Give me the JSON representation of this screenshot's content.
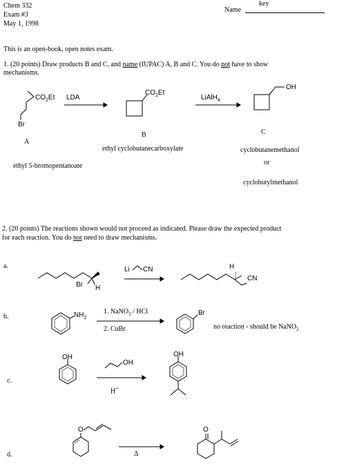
{
  "header": {
    "course": "Chem 332",
    "exam": "Exam #3",
    "date": "May 1, 1998",
    "name_label": "Name",
    "name_value": "key"
  },
  "intro": "This is an open-book, open notes exam.",
  "q1": {
    "line1_a": "1.  (20 points) Draw products B and C, and ",
    "line1_name": "name",
    "line1_b": "  (IUPAC) A, B and C. You do ",
    "line1_not": "not",
    "line1_c": " have to show",
    "line2": "mechanisms.",
    "reagent1": "LDA",
    "reagent2": "LiAlH",
    "reagent2_sub": "4",
    "label_a": "A",
    "label_b": "B",
    "label_c": "C",
    "name_a": "ethyl  5-bromopentanoate",
    "name_b": "ethyl  cyclobutanecarboxylate",
    "name_c1": "cyclobutanemethanol",
    "name_c_or": "or",
    "name_c2": "cyclobutylmethanol",
    "atom_co2et": "CO",
    "atom_co2et_sub": "2",
    "atom_co2et_tail": "Et",
    "atom_br": "Br",
    "atom_oh": "OH"
  },
  "q2": {
    "line1": "2.  (20 points)  The reactions shown would not proceed as indicated.  Please draw the expected product",
    "line2_a": "for each reaction. You do ",
    "line2_not": "not",
    "line2_b": " need to draw mechanisms.",
    "a": {
      "label": "a.",
      "reagent": "Li",
      "reagent_cn": "CN",
      "atom_br": "Br",
      "atom_h": "H",
      "product_h": "H",
      "product_cn": "CN"
    },
    "b": {
      "label": "b.",
      "atom_nh2": "NH",
      "atom_nh2_sub": "2",
      "reagent1": "1. NaNO",
      "reagent1_sub": "3",
      "reagent1_tail": " / HCl",
      "reagent2": "2. CuBr",
      "product_br": "Br",
      "note": "no reaction - should be NaNO",
      "note_sub": "2"
    },
    "c": {
      "label": "c.",
      "atom_oh": "OH",
      "reagent_oh": "OH",
      "catalyst": "H",
      "catalyst_sup": "+",
      "product_oh": "OH"
    },
    "d": {
      "label": "d.",
      "atom_o": "O",
      "condition": "Δ",
      "product_o": "O"
    }
  }
}
